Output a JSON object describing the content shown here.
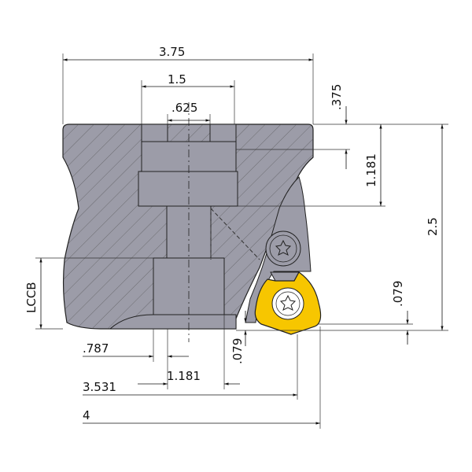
{
  "dimensions": {
    "overall_diameter": "3.75",
    "pilot_diameter": "1.5",
    "keyway_width": ".625",
    "keyway_depth": ".375",
    "counterbore_depth": "1.181",
    "overall_height": "2.5",
    "insert_projection": ".079",
    "lccb": "LCCB",
    "bore_relief": ".787",
    "bore_diameter": "1.181",
    "bottom_projection": ".079",
    "cutting_diameter": "3.531",
    "max_diameter": "4"
  },
  "colors": {
    "body": "#9c9ca8",
    "insert": "#f7c600",
    "line": "#222222"
  }
}
